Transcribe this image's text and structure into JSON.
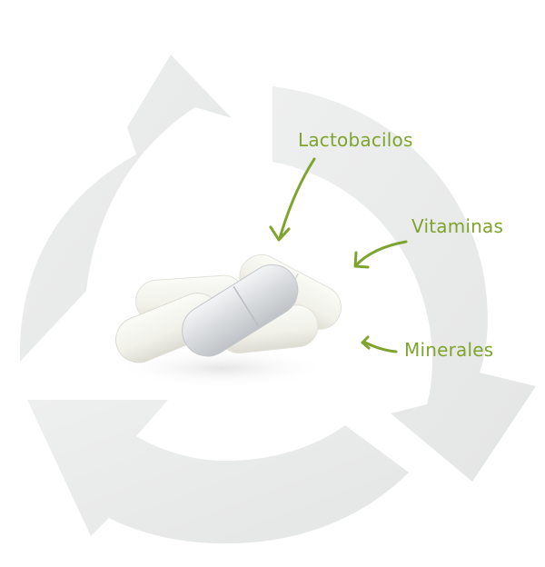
{
  "labels": {
    "lactobacilos": "Lactobacilos",
    "vitaminas": "Vitaminas",
    "minerales": "Minerales"
  },
  "colors": {
    "label_green": "#7fa32f",
    "arrow_gray": "#e9eaea",
    "capsule_white": "#f4f4ee",
    "capsule_shadow": "#dcdcd4",
    "capsule_silver": "#d6d9dc"
  },
  "icons": {
    "recycle_arrows": "recycle-arrows-icon",
    "capsules": "capsule-icon",
    "pointer": "curved-arrow-icon"
  }
}
